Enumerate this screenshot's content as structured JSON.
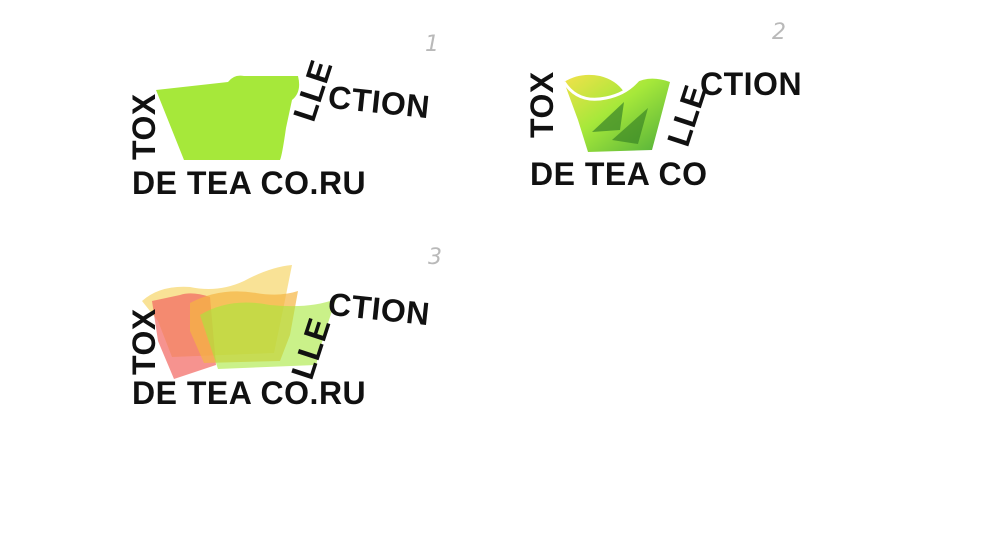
{
  "variants": [
    {
      "number": "1",
      "words": {
        "left": "TOX",
        "arc": "LLE",
        "right": "CTION",
        "bottom": "DE TEA CO.RU"
      }
    },
    {
      "number": "2",
      "words": {
        "left": "TOX",
        "arc": "LLE",
        "right": "CTION",
        "bottom": "DE TEA CO"
      }
    },
    {
      "number": "3",
      "words": {
        "left": "TOX",
        "arc": "LLE",
        "right": "CTION",
        "bottom": "DE TEA CO.RU"
      }
    }
  ],
  "colors": {
    "lime": "#a6e83a",
    "yellow": "#f3e14a",
    "orange": "#f5b541",
    "red": "#f2655f",
    "green": "#5fbf3a",
    "text": "#111111",
    "number": "#b9b9b9"
  },
  "icons": [
    "tea-cup-icon",
    "tea-leaf-icon",
    "layered-cups-icon"
  ]
}
